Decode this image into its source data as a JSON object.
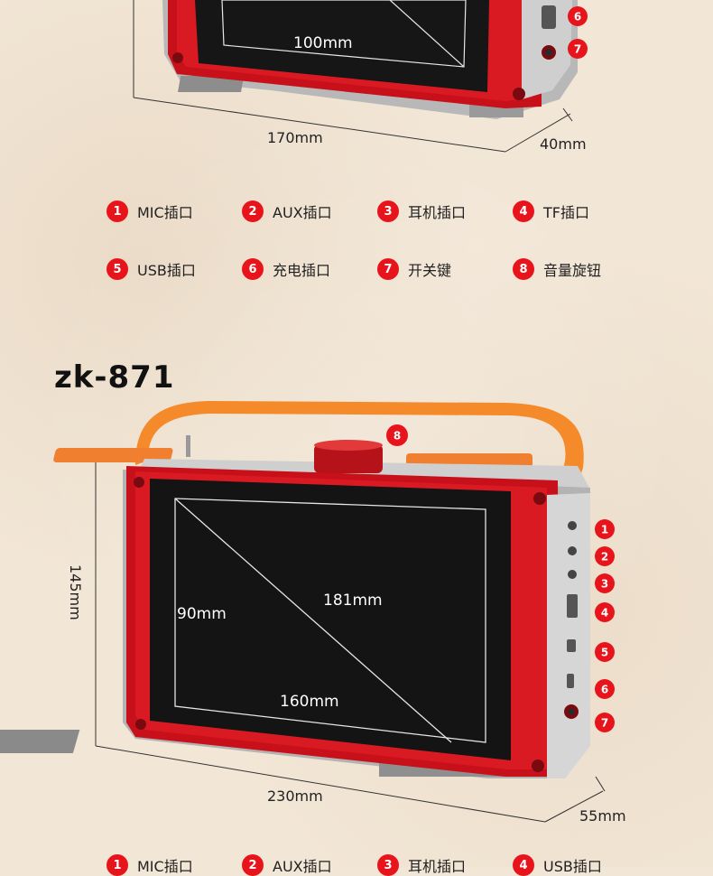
{
  "top_device": {
    "screen_width_label": "100mm",
    "width_label": "170mm",
    "depth_label": "40mm",
    "ports": [
      "6",
      "7"
    ]
  },
  "legend1": [
    {
      "num": "1",
      "label": "MIC插口"
    },
    {
      "num": "2",
      "label": "AUX插口"
    },
    {
      "num": "3",
      "label": "耳机插口"
    },
    {
      "num": "4",
      "label": "TF插口"
    },
    {
      "num": "5",
      "label": "USB插口"
    },
    {
      "num": "6",
      "label": "充电插口"
    },
    {
      "num": "7",
      "label": "开关键"
    },
    {
      "num": "8",
      "label": "音量旋钮"
    }
  ],
  "model2": {
    "title": "zk-871",
    "knob_num": "8",
    "screen_height_label": "90mm",
    "screen_diagonal_label": "181mm",
    "screen_width_label": "160mm",
    "height_label": "145mm",
    "width_label": "230mm",
    "depth_label": "55mm",
    "ports": [
      "1",
      "2",
      "3",
      "4",
      "5",
      "6",
      "7"
    ]
  },
  "legend2": [
    {
      "num": "1",
      "label": "MIC插口"
    },
    {
      "num": "2",
      "label": "AUX插口"
    },
    {
      "num": "3",
      "label": "耳机插口"
    },
    {
      "num": "4",
      "label": "USB插口"
    }
  ],
  "colors": {
    "accent": "#e8141b",
    "body_red": "#c8101a",
    "handle_orange": "#f58a2a",
    "background": "#f2e6d6"
  }
}
